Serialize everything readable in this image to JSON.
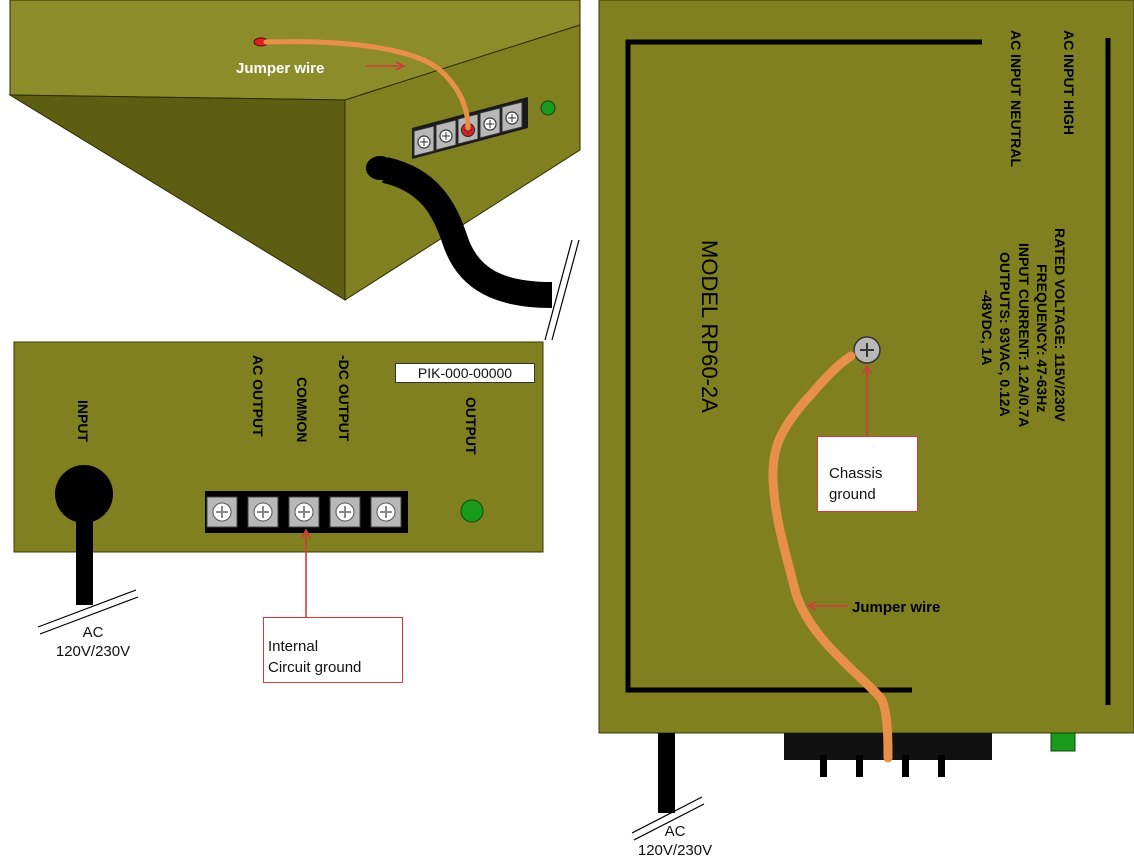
{
  "top_view": {
    "jumper_label": "Jumper wire"
  },
  "front_view": {
    "labels": {
      "input": "INPUT",
      "ac_output": "AC OUTPUT",
      "common": "COMMON",
      "dc_output": "-DC OUTPUT",
      "output": "OUTPUT"
    },
    "part_number": "PIK-000-00000",
    "ac_note": {
      "line1": "AC",
      "line2": "120V/230V"
    },
    "ground_callout": {
      "line1": "Internal",
      "line2": "Circuit ground"
    }
  },
  "side_view": {
    "ac_input_high": "AC INPUT HIGH",
    "ac_input_neutral": "AC INPUT NEUTRAL",
    "model": "MODEL RP60-2A",
    "specs": [
      "RATED VOLTAGE: 115V/230V",
      "FREQUENCY: 47-63Hz",
      "INPUT CURRENT: 1.2A/0.7A",
      "OUTPUTS: 93VAC, 0.12A",
      "-48VDC, 1A"
    ],
    "chassis_callout": {
      "line1": "Chassis",
      "line2": "ground"
    },
    "jumper_label": "Jumper wire",
    "ac_note": {
      "line1": "AC",
      "line2": "120V/230V"
    }
  },
  "colors": {
    "housing": "#808020",
    "housing_dark": "#5e5e12",
    "housing_light": "#8c8c2a",
    "wire": "#e8904a",
    "pointer": "#d43a3a",
    "led": "#1a9a1a",
    "terminal": "#b8b8b8"
  }
}
